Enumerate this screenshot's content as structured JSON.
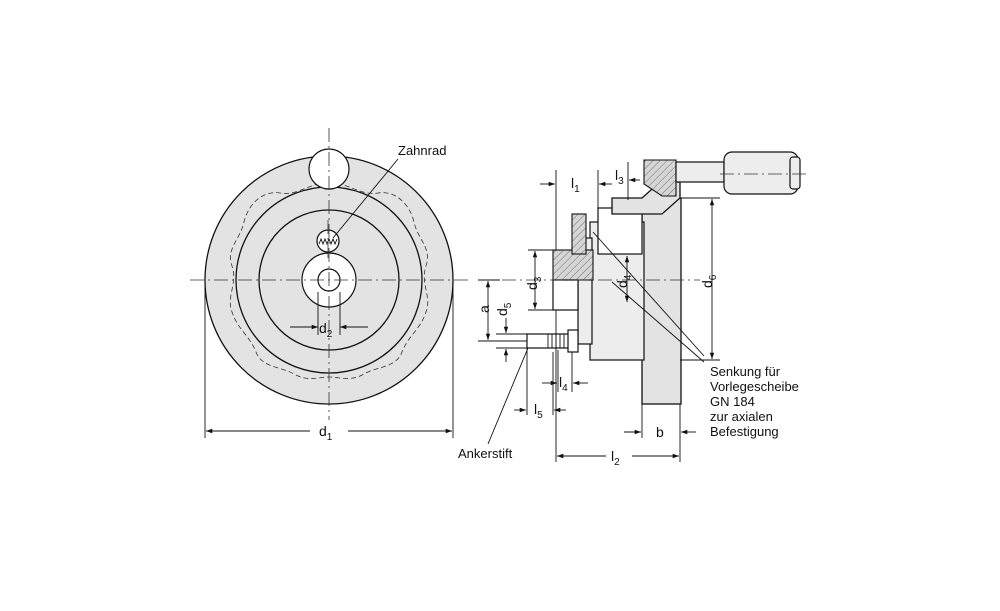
{
  "labels": {
    "zahnrad": "Zahnrad",
    "ankerstift": "Ankerstift",
    "senkung": [
      "Senkung für",
      "Vorlegescheibe",
      "GN 184",
      "zur axialen",
      "Befestigung"
    ]
  },
  "dimensions": {
    "d1": {
      "main": "d",
      "sub": "1"
    },
    "d2": {
      "main": "d",
      "sub": "2"
    },
    "d3": {
      "main": "d",
      "sub": "3"
    },
    "d4": {
      "main": "d",
      "sub": "4"
    },
    "d5": {
      "main": "d",
      "sub": "5"
    },
    "d6": {
      "main": "d",
      "sub": "6"
    },
    "l1": {
      "main": "l",
      "sub": "1"
    },
    "l2": {
      "main": "l",
      "sub": "2"
    },
    "l3": {
      "main": "l",
      "sub": "3"
    },
    "l4": {
      "main": "l",
      "sub": "4"
    },
    "l5": {
      "main": "l",
      "sub": "5"
    },
    "a": {
      "main": "a"
    },
    "b": {
      "main": "b"
    }
  }
}
